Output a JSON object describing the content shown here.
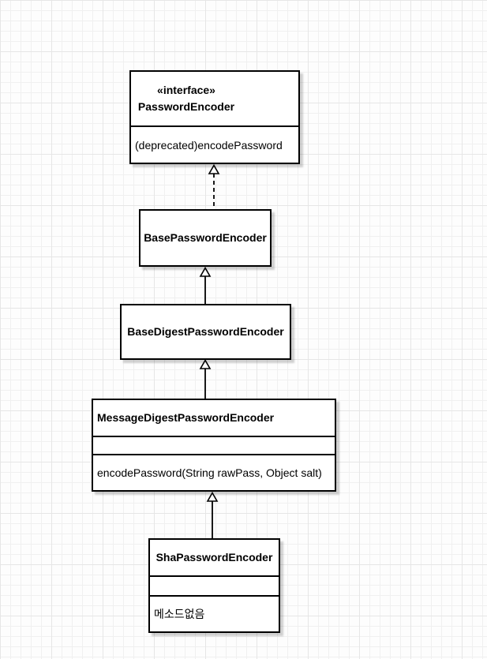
{
  "diagram": {
    "type": "uml-class-diagram",
    "classes": [
      {
        "id": "PasswordEncoder",
        "stereotype": "«interface»",
        "name": "PasswordEncoder",
        "methods": [
          "(deprecated)encodePassword"
        ]
      },
      {
        "id": "BasePasswordEncoder",
        "name": "BasePasswordEncoder",
        "methods": []
      },
      {
        "id": "BaseDigestPasswordEncoder",
        "name": "BaseDigestPasswordEncoder",
        "methods": []
      },
      {
        "id": "MessageDigestPasswordEncoder",
        "name": "MessageDigestPasswordEncoder",
        "attributes": [],
        "methods": [
          "encodePassword(String rawPass, Object salt)"
        ]
      },
      {
        "id": "ShaPasswordEncoder",
        "name": "ShaPasswordEncoder",
        "attributes": [],
        "methods": [
          "메소드없음"
        ]
      }
    ],
    "relationships": [
      {
        "from": "BasePasswordEncoder",
        "to": "PasswordEncoder",
        "type": "realization",
        "line": "dashed",
        "arrowhead": "hollow-triangle"
      },
      {
        "from": "BaseDigestPasswordEncoder",
        "to": "BasePasswordEncoder",
        "type": "generalization",
        "line": "solid",
        "arrowhead": "hollow-triangle"
      },
      {
        "from": "MessageDigestPasswordEncoder",
        "to": "BaseDigestPasswordEncoder",
        "type": "generalization",
        "line": "solid",
        "arrowhead": "hollow-triangle"
      },
      {
        "from": "ShaPasswordEncoder",
        "to": "MessageDigestPasswordEncoder",
        "type": "generalization",
        "line": "solid",
        "arrowhead": "hollow-triangle"
      }
    ],
    "colors": {
      "box_fill": "#ffffff",
      "box_border": "#000000",
      "shadow": "#d0d0d0",
      "grid_line": "#efefef",
      "background": "#fdfdfd"
    }
  }
}
